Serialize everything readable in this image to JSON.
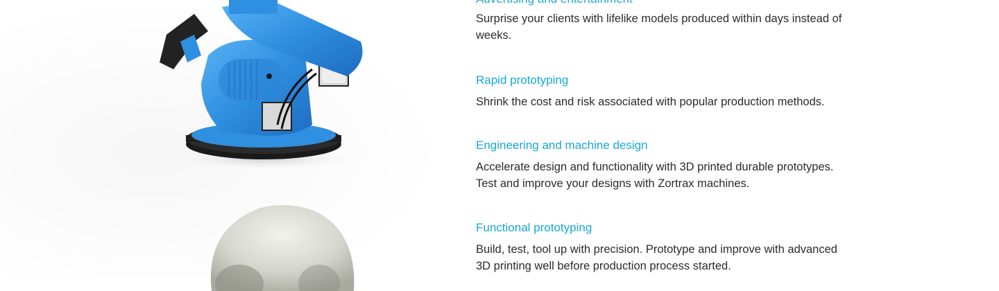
{
  "features": [
    {
      "title": "Advertising and entertainment",
      "lines": [
        "Surprise your clients with lifelike models produced within days instead of",
        "weeks."
      ]
    },
    {
      "title": "Rapid prototyping",
      "lines": [
        "Shrink the cost and risk associated with popular production methods."
      ]
    },
    {
      "title": "Engineering and machine design",
      "lines": [
        "Accelerate design and  functionality with 3D printed durable prototypes.",
        "Test and improve your designs with Zortrax machines."
      ]
    },
    {
      "title": "Functional prototyping",
      "lines": [
        "Build, test, tool up with precision. Prototype and improve with advanced",
        "3D printing well before production process started."
      ]
    }
  ],
  "colors": {
    "accent": "#16a8d6",
    "text": "#2b2b2b",
    "robot_blue": "#2f8fe0"
  },
  "images": {
    "robot": "robot-arm-model-image",
    "skull": "skull-model-image"
  }
}
